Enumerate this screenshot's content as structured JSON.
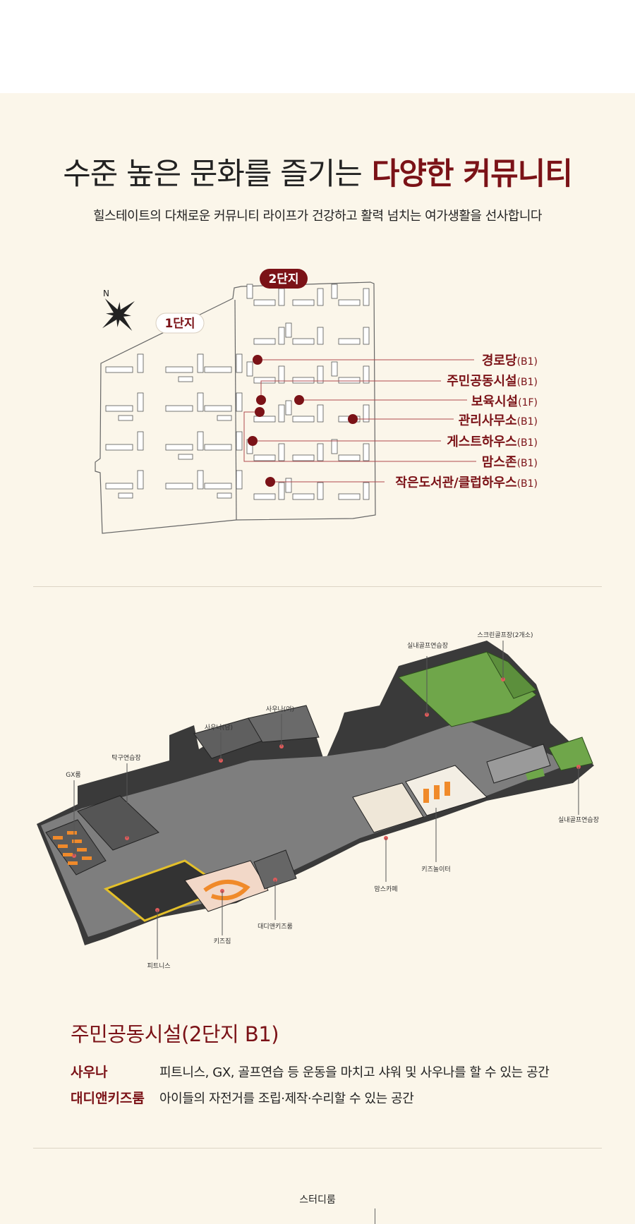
{
  "header": {
    "title_main": "수준 높은 문화를 즐기는",
    "title_accent": "다양한 커뮤니티",
    "subtitle": "힐스테이트의 다채로운 커뮤니티 라이프가 건강하고 활력 넘치는 여가생활을 선사합니다"
  },
  "site_map": {
    "badge_2": "2단지",
    "badge_1": "1단지",
    "compass_label": "N",
    "facilities": [
      {
        "name": "경로당",
        "floor": "(B1)"
      },
      {
        "name": "주민공동시설",
        "floor": "(B1)"
      },
      {
        "name": "보육시설",
        "floor": "(1F)"
      },
      {
        "name": "관리사무소",
        "floor": "(B1)"
      },
      {
        "name": "게스트하우스",
        "floor": "(B1)"
      },
      {
        "name": "맘스존",
        "floor": "(B1)"
      },
      {
        "name": "작은도서관/클럽하우스",
        "floor": "(B1)"
      }
    ]
  },
  "floor_plan": {
    "labels": {
      "screen_golf": "스크린골프장(2개소)",
      "indoor_golf_top": "실내골프연습장",
      "sauna_f": "사우나(여)",
      "sauna_m": "사우나(남)",
      "table_tennis": "탁구연습장",
      "gx": "GX룸",
      "indoor_golf_right": "실내골프연습장",
      "kids_play": "키즈놀이터",
      "moms_cafe": "맘스카페",
      "daddy_kids": "대디앤키즈룸",
      "kids_gym": "키즈짐",
      "fitness": "피트니스"
    }
  },
  "community": {
    "title": "주민공동시설(2단지 B1)",
    "rows": [
      {
        "key": "사우나",
        "desc": "피트니스, GX, 골프연습 등 운동을 마치고 샤워 및 사우나를 할 수 있는 공간"
      },
      {
        "key": "대디앤키즈룸",
        "desc": "아이들의 자전거를 조립·제작·수리할 수 있는 공간"
      }
    ]
  },
  "next_section": {
    "label": "스터디룸"
  },
  "colors": {
    "accent": "#7b1217",
    "background": "#fbf6ea",
    "green": "#6fa64a"
  }
}
